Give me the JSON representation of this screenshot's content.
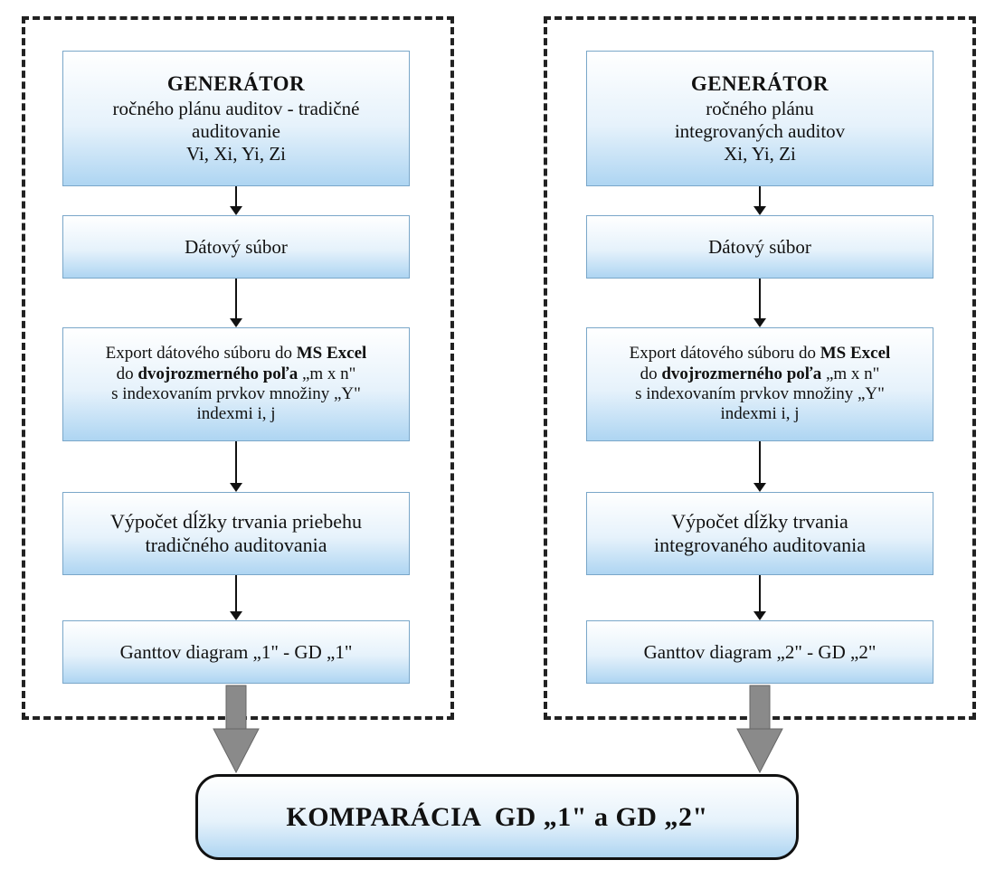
{
  "left": {
    "generator": {
      "title": "GENERÁTOR",
      "line1": "ročného plánu auditov - tradičné",
      "line2": "auditovanie",
      "vars": "Vi, Xi, Yi, Zi"
    },
    "datovy_subor": "Dátový súbor",
    "export": {
      "l1_pre": "Export dátového súboru do ",
      "l1_bold": "MS Excel",
      "l2_pre": "do ",
      "l2_bold": "dvojrozmerného poľa",
      "l2_post": " „m x n\"",
      "l3": "s indexovaním prvkov množiny „Y\"",
      "l4": "indexmi i, j"
    },
    "vypocet": {
      "line1": "Výpočet dĺžky trvania priebehu",
      "line2": "tradičného auditovania"
    },
    "gantt": "Ganttov diagram „1\" - GD „1\""
  },
  "right": {
    "generator": {
      "title": "GENERÁTOR",
      "line1": "ročného plánu",
      "line2": "integrovaných auditov",
      "vars": "Xi, Yi, Zi"
    },
    "datovy_subor": "Dátový súbor",
    "export": {
      "l1_pre": "Export dátového súboru do ",
      "l1_bold": "MS Excel",
      "l2_pre": "do ",
      "l2_bold": "dvojrozmerného poľa",
      "l2_post": " „m x n\"",
      "l3": "s indexovaním prvkov množiny „Y\"",
      "l4": "indexmi i, j"
    },
    "vypocet": {
      "line1": "Výpočet dĺžky trvania",
      "line2": "integrovaného auditovania"
    },
    "gantt": "Ganttov diagram „2\" - GD „2\""
  },
  "final": "KOMPARÁCIA  GD „1\" a GD „2\"",
  "colors": {
    "box_top": "#ffffff",
    "box_bottom": "#aed5f2",
    "box_border": "#7aa7c9",
    "big_arrow": "#8a8a8a"
  }
}
